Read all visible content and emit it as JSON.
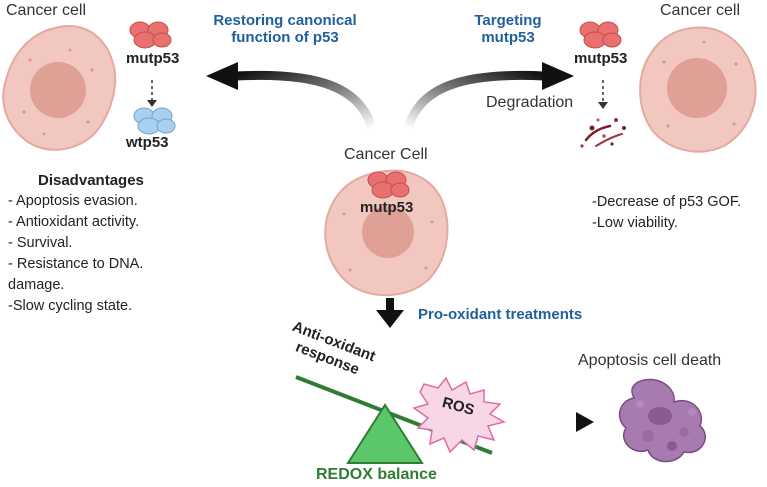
{
  "labels": {
    "cancer_cell_left": "Cancer cell",
    "cancer_cell_right": "Cancer cell",
    "cancer_cell_center": "Cancer Cell",
    "restoring": [
      "Restoring canonical",
      "function of p53"
    ],
    "targeting": [
      "Targeting",
      "mutp53"
    ],
    "mutp53_left": "mutp53",
    "mutp53_right": "mutp53",
    "mutp53_center": "mutp53",
    "wtp53": "wtp53",
    "degradation": "Degradation",
    "pro_oxidant": "Pro-oxidant treatments",
    "antioxidant": [
      "Anti-oxidant",
      "response"
    ],
    "ros": "ROS",
    "redox": "REDOX balance",
    "apoptosis": "Apoptosis cell death"
  },
  "disadvantages": {
    "title": "Disadvantages",
    "items": [
      "- Apoptosis evasion.",
      "- Antioxidant activity.",
      "- Survival.",
      "- Resistance to DNA.",
      "damage.",
      "-Slow cycling state."
    ]
  },
  "outcomes": [
    "-Decrease of p53 GOF.",
    "-Low viability."
  ],
  "colors": {
    "cell_fill": "#f2c7c0",
    "nucleus_fill": "#dfa096",
    "mutp53": "#e8706e",
    "wtp53": "#a8d0f0",
    "arrow_blue_text": "#1f5f9e",
    "scale_green": "#2e7d32",
    "triangle_green": "#5cc76a",
    "ros_pink": "#f7d6e6",
    "apoptotic_purple": "#8a5a94",
    "debris": "#7a1e2a"
  }
}
